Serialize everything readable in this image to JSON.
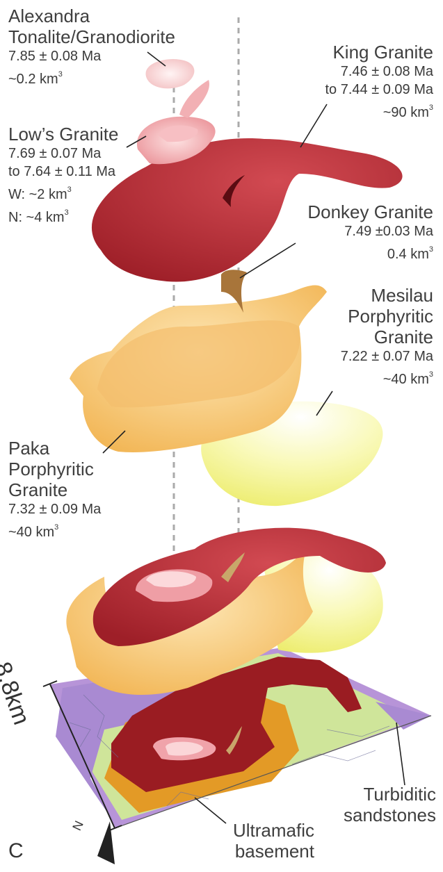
{
  "panel_label": "C",
  "scale_bar": "8.8km",
  "north_label": "N",
  "units": {
    "volume": "km",
    "volume_exponent": "3"
  },
  "intrusions": [
    {
      "id": "alexandra",
      "name_line1": "Alexandra",
      "name_line2": "Tonalite/Granodiorite",
      "age": "7.85 ± 0.08 Ma",
      "volume": "~0.2 km",
      "color": "#f4c6c6"
    },
    {
      "id": "lows",
      "name": "Low’s Granite",
      "age_from": "7.69 ± 0.07 Ma",
      "age_to": "to 7.64 ± 0.11 Ma",
      "volume_w": "W: ~2 km",
      "volume_n": "N: ~4 km",
      "color": "#ec9aa0"
    },
    {
      "id": "king",
      "name": "King Granite",
      "age_from": "7.46 ± 0.08 Ma",
      "age_to": "to 7.44 ± 0.09 Ma",
      "volume": "~90 km",
      "color": "#b0262e"
    },
    {
      "id": "donkey",
      "name": "Donkey Granite",
      "age": "7.49 ±0.03 Ma",
      "volume": "0.4 km",
      "color": "#b07a3c"
    },
    {
      "id": "mesilau",
      "name_line1": "Mesilau",
      "name_line2": "Porphyritic",
      "name_line3": "Granite",
      "age": "7.22 ± 0.07 Ma",
      "volume": "~40 km",
      "color": "#f3f38a"
    },
    {
      "id": "paka",
      "name_line1": "Paka",
      "name_line2": "Porphyritic",
      "name_line3": "Granite",
      "age": "7.32 ± 0.09 Ma",
      "volume": "~40 km",
      "color": "#f2b650"
    }
  ],
  "host_rocks": [
    {
      "id": "turbiditic",
      "line1": "Turbiditic",
      "line2": "sandstones",
      "color": "#d6e6a0"
    },
    {
      "id": "ultramafic",
      "line1": "Ultramafic",
      "line2": "basement",
      "color": "#a88ad0"
    }
  ]
}
